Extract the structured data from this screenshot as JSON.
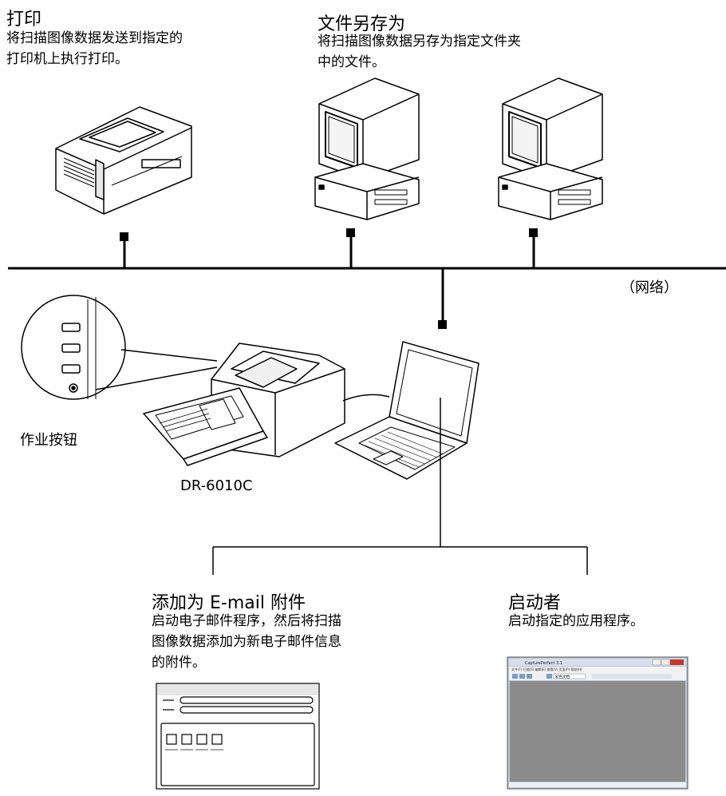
{
  "print": {
    "title": "打印",
    "desc": [
      "将扫描图像数据发送到指定的",
      "打印机上执行打印。"
    ]
  },
  "save": {
    "title": "文件另存为",
    "desc": [
      "将扫描图像数据另存为指定文件夹",
      "中的文件。"
    ]
  },
  "network_label": "（网络）",
  "job_button_label": "作业按钮",
  "scanner_model": "DR-6010C",
  "email": {
    "title": "添加为 E-mail 附件",
    "desc": [
      "启动电子邮件程序，然后将扫描",
      "图像数据添加为新电子邮件信息",
      "的附件。"
    ]
  },
  "launch": {
    "title": "启动者",
    "desc": [
      "启动指定的应用程序。"
    ]
  },
  "app_window": {
    "title": "CapturePerfect 3.1",
    "menu": "文件(F)  扫描(S)  编辑(E)  查看(V)  页面(P)  帮助(H)",
    "combo": "彩色文档"
  }
}
